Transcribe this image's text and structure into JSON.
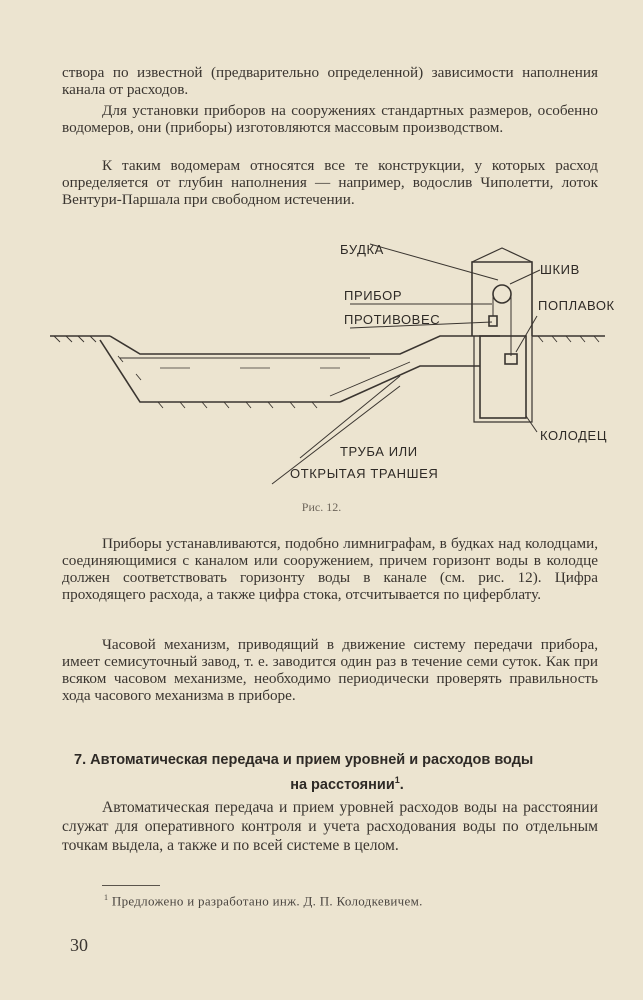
{
  "paragraphs": {
    "p1": "створа по известной (предварительно определенной) зависимости наполнения канала от расходов.",
    "p2": "Для установки приборов на сооружениях стандартных размеров, особенно водомеров, они (приборы) изготовляются массовым производством.",
    "p3": "К таким водомерам относятся все те конструкции, у которых расход определяется от глубин наполнения — например, водослив Чиполетти, лоток Вентури-Паршала при свободном истечении.",
    "p4": "Приборы устанавливаются, подобно лимниграфам, в будках над колодцами, соединяющимися с каналом или сооружением, причем горизонт воды в колодце должен соответствовать горизонту воды в канале (см. рис. 12). Цифра проходящего расхода, а также цифра стока, отсчитывается по циферблату.",
    "p5": "Часовой механизм, приводящий в движение систему передачи прибора, имеет семисуточный завод, т. е. заводится один раз в течение семи суток. Как при всяком часовом механизме, необходимо периодически проверять правильность хода часового механизма в приборе.",
    "p6": "Автоматическая передача и прием уровней расходов воды на расстоянии служат для оперативного контроля и учета расходования воды по отдельным точкам выдела, а также и по всей системе в целом."
  },
  "figure": {
    "caption": "Рис. 12.",
    "labels": {
      "budka": "БУДКА",
      "shkiv": "ШКИВ",
      "pribor": "ПРИБОР",
      "poplavok": "ПОПЛАВОК",
      "protivoves": "ПРОТИВОВЕС",
      "kolodets": "КОЛОДЕЦ",
      "truba_1": "ТРУБА ИЛИ",
      "truba_2": "ОТКРЫТАЯ ТРАНШЕЯ"
    }
  },
  "section": {
    "number": "7.",
    "title_line1": "Автоматическая передача и прием уровней и расходов воды",
    "title_line2": "на расстоянии",
    "footnote_mark": "1"
  },
  "footnote": {
    "mark": "1",
    "text": "Предложено и разработано инж. Д. П. Колодкевичем."
  },
  "page_number": "30"
}
